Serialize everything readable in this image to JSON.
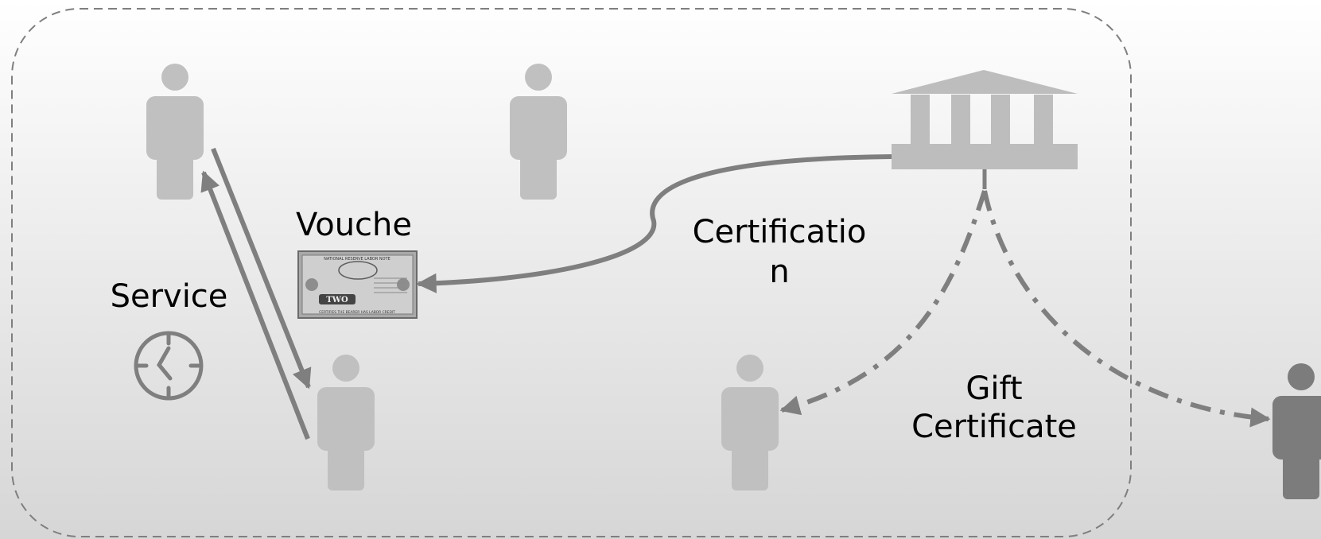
{
  "labels": {
    "service": "Service",
    "voucher": "Vouche",
    "certification_line1": "Certificatio",
    "certification_line2": "n",
    "gift_line1": "Gift",
    "gift_line2": "Certificate"
  },
  "voucher_note": {
    "header": "NATIONAL RESERVE LABOR NOTE",
    "denomination": "TWO",
    "footer": "CERTIFIES THE BEARER HAS LABOR CREDIT"
  },
  "colors": {
    "person_light": "#c0c0c0",
    "person_dark": "#7c7c7c",
    "institution": "#bdbdbd",
    "arrow": "#7f7f7f",
    "boundary": "#7f7f7f",
    "clock": "#7f7f7f"
  },
  "icons": [
    "person-icon",
    "bank-building-icon",
    "clock-icon",
    "voucher-banknote-icon"
  ]
}
